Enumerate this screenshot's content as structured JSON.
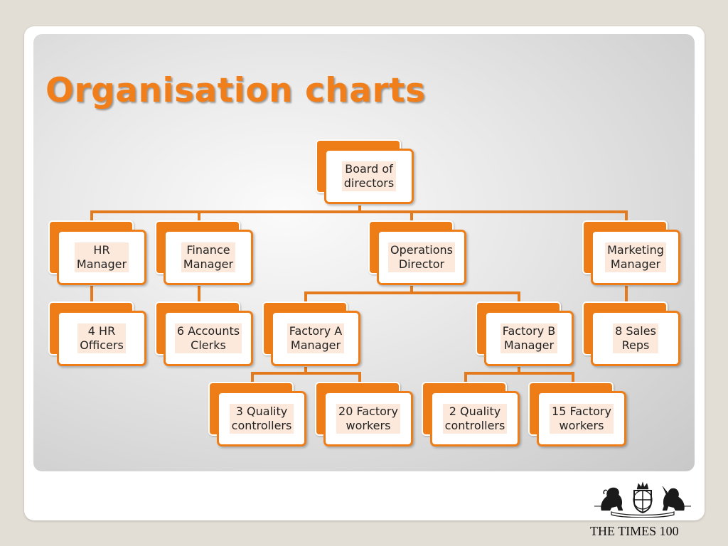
{
  "slide": {
    "title": "Organisation charts",
    "footer": "THE TIMES 100"
  },
  "colors": {
    "accent": "#ee7d17",
    "label_bg": "#fce9dc"
  },
  "org_chart": {
    "nodes": [
      {
        "id": "board",
        "label": "Board of\ndirectors"
      },
      {
        "id": "hr_manager",
        "label": "HR\nManager",
        "parent": "board"
      },
      {
        "id": "finance_manager",
        "label": "Finance\nManager",
        "parent": "board"
      },
      {
        "id": "operations_director",
        "label": "Operations\nDirector",
        "parent": "board"
      },
      {
        "id": "marketing_manager",
        "label": "Marketing\nManager",
        "parent": "board"
      },
      {
        "id": "hr_officers",
        "label": "4 HR\nOfficers",
        "parent": "hr_manager"
      },
      {
        "id": "accounts_clerks",
        "label": "6 Accounts\nClerks",
        "parent": "finance_manager"
      },
      {
        "id": "factory_a_manager",
        "label": "Factory A\nManager",
        "parent": "operations_director"
      },
      {
        "id": "factory_b_manager",
        "label": "Factory B\nManager",
        "parent": "operations_director"
      },
      {
        "id": "sales_reps",
        "label": "8 Sales\nReps",
        "parent": "marketing_manager"
      },
      {
        "id": "a_quality_controllers",
        "label": "3 Quality\ncontrollers",
        "parent": "factory_a_manager"
      },
      {
        "id": "a_factory_workers",
        "label": "20 Factory\nworkers",
        "parent": "factory_a_manager"
      },
      {
        "id": "b_quality_controllers",
        "label": "2 Quality\ncontrollers",
        "parent": "factory_b_manager"
      },
      {
        "id": "b_factory_workers",
        "label": "15 Factory\nworkers",
        "parent": "factory_b_manager"
      }
    ]
  }
}
